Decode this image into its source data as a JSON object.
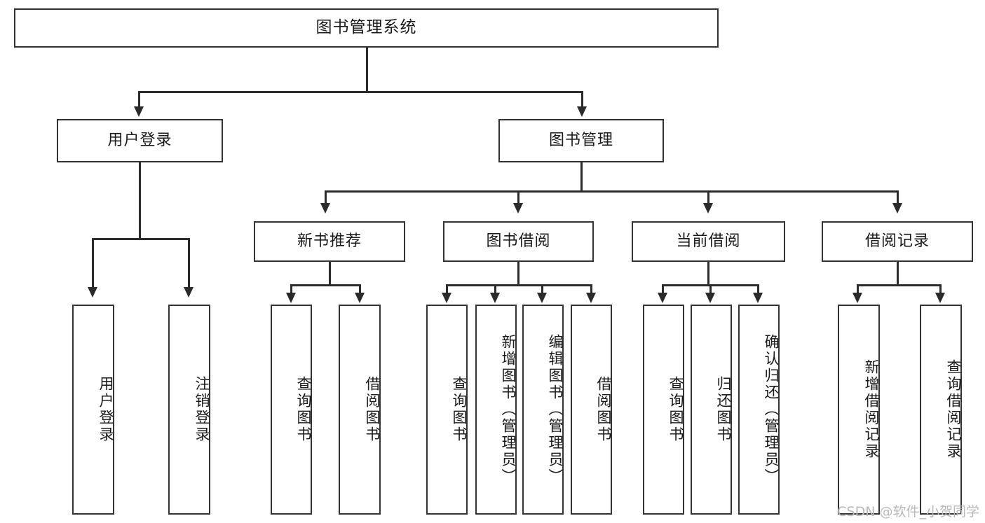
{
  "diagram": {
    "type": "tree-hierarchy",
    "title": "图书管理系统",
    "root": {
      "label": "图书管理系统"
    },
    "level2": [
      {
        "id": "user-login",
        "label": "用户登录"
      },
      {
        "id": "book-manage",
        "label": "图书管理"
      }
    ],
    "level3": [
      {
        "id": "new-book-recommend",
        "label": "新书推荐",
        "parent": "book-manage"
      },
      {
        "id": "book-borrow",
        "label": "图书借阅",
        "parent": "book-manage"
      },
      {
        "id": "current-borrow",
        "label": "当前借阅",
        "parent": "book-manage"
      },
      {
        "id": "borrow-record",
        "label": "借阅记录",
        "parent": "book-manage"
      }
    ],
    "leaves": [
      {
        "id": "leaf-user-login",
        "label": "用户登录",
        "parent": "user-login"
      },
      {
        "id": "leaf-user-logout",
        "label": "注销登录",
        "parent": "user-login"
      },
      {
        "id": "leaf-query-book-1",
        "label": "查询图书",
        "parent": "new-book-recommend"
      },
      {
        "id": "leaf-borrow-book-1",
        "label": "借阅图书",
        "parent": "new-book-recommend"
      },
      {
        "id": "leaf-query-book-2",
        "label": "查询图书",
        "parent": "book-borrow"
      },
      {
        "id": "leaf-add-book",
        "label": "新增图书（管理员）",
        "parent": "book-borrow"
      },
      {
        "id": "leaf-edit-book",
        "label": "编辑图书（管理员）",
        "parent": "book-borrow"
      },
      {
        "id": "leaf-borrow-book-2",
        "label": "借阅图书",
        "parent": "book-borrow"
      },
      {
        "id": "leaf-query-book-3",
        "label": "查询图书",
        "parent": "current-borrow"
      },
      {
        "id": "leaf-return-book",
        "label": "归还图书",
        "parent": "current-borrow"
      },
      {
        "id": "leaf-confirm-return",
        "label": "确认归还（管理员）",
        "parent": "current-borrow"
      },
      {
        "id": "leaf-add-record",
        "label": "新增借阅记录",
        "parent": "borrow-record"
      },
      {
        "id": "leaf-query-record",
        "label": "查询借阅记录",
        "parent": "borrow-record"
      }
    ]
  },
  "watermark": {
    "text": "CSDN @软件_小贺同学"
  },
  "colors": {
    "box_border": "#333333",
    "line": "#2b2b2b",
    "text": "#1a1a1a",
    "background": "#ffffff",
    "watermark": "#b9b9b9"
  }
}
